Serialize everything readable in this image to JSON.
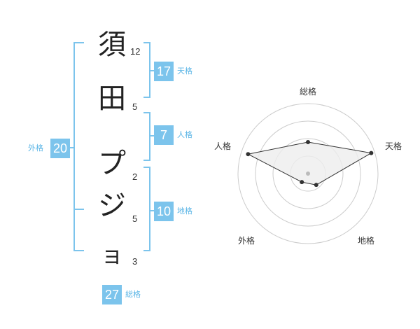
{
  "name": {
    "characters": [
      "須",
      "田",
      "プ",
      "ジ",
      "ョ"
    ],
    "strokes": [
      "12",
      "5",
      "2",
      "5",
      "3"
    ]
  },
  "fortunes": {
    "tenkaku": {
      "label": "天格",
      "value": "17"
    },
    "jinkaku": {
      "label": "人格",
      "value": "7"
    },
    "chikaku": {
      "label": "地格",
      "value": "10"
    },
    "gaikaku": {
      "label": "外格",
      "value": "20"
    },
    "soukaku": {
      "label": "総格",
      "value": "27"
    }
  },
  "radar": {
    "axes": [
      "総格",
      "天格",
      "地格",
      "外格",
      "人格"
    ],
    "levels": 4,
    "values": [
      0.45,
      0.95,
      0.2,
      0.15,
      0.9
    ],
    "colors": {
      "fill": "#eeeeee",
      "stroke": "#333333",
      "grid": "#cccccc",
      "point": "#333333",
      "center": "#bbbbbb"
    }
  },
  "colors": {
    "accent": "#7cc4ec",
    "accent_text": "#5bb5e6"
  }
}
